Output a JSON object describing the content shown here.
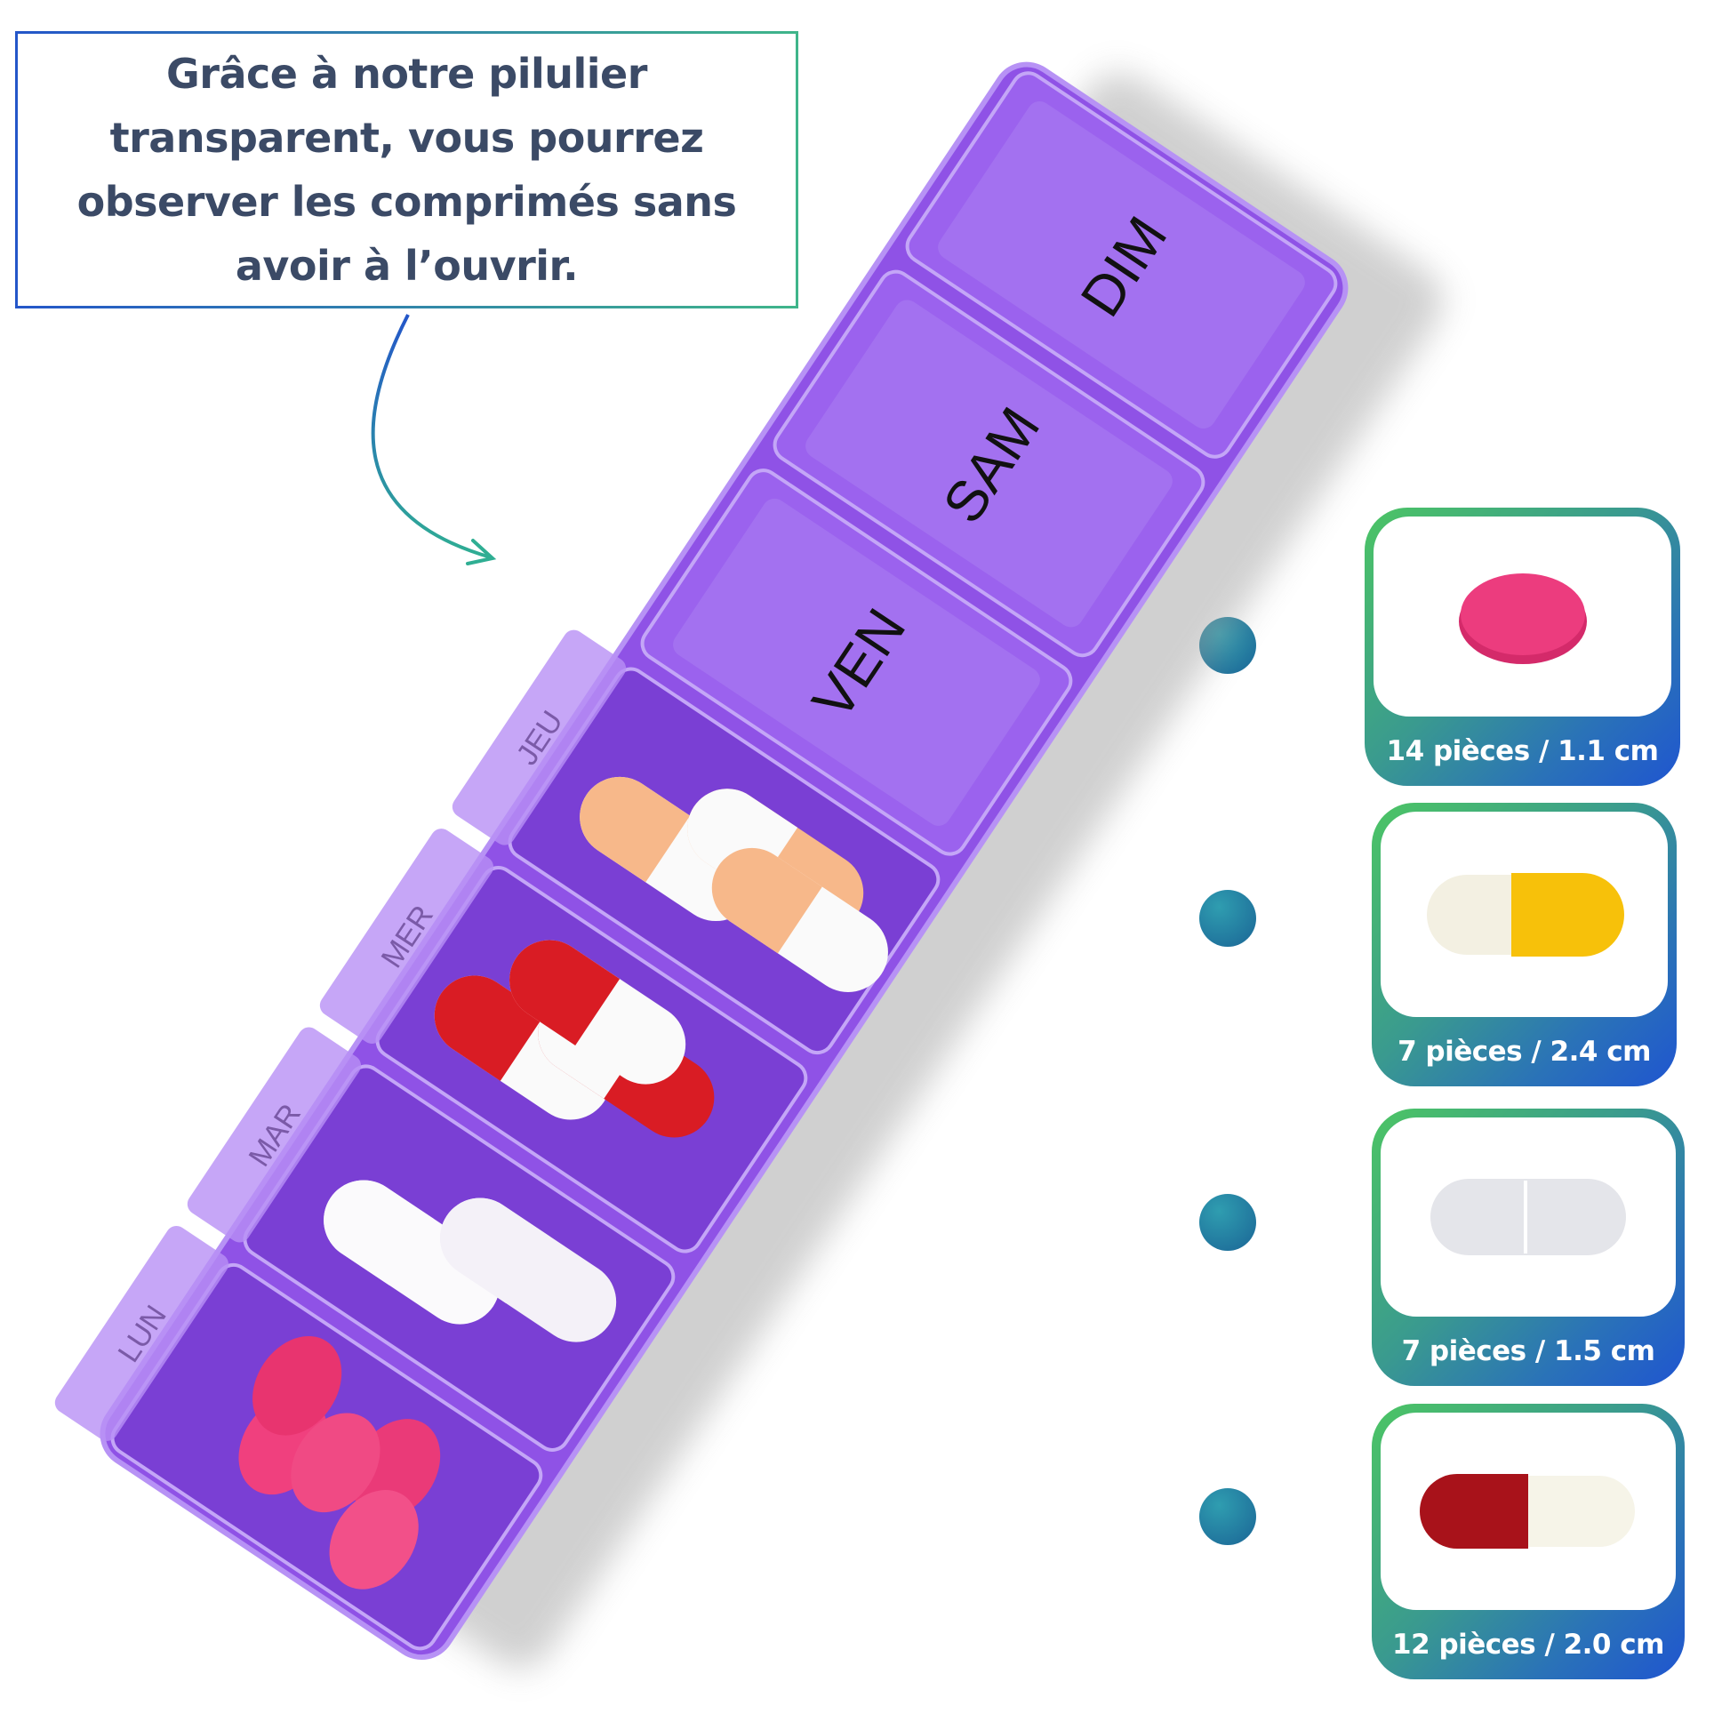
{
  "callout": {
    "text": "Grâce à notre pilulier transparent, vous pourrez observer les comprimés sans avoir à l’ouvrir."
  },
  "organizer": {
    "day_labels": [
      "LUN",
      "MAR",
      "MER",
      "JEU",
      "VEN",
      "SAM",
      "DIM"
    ],
    "color": "#8a4fe0"
  },
  "cards": [
    {
      "label": "14 pièces / 1.1 cm",
      "pill": "pink-round-tablet-icon"
    },
    {
      "label": "7 pièces / 2.4 cm",
      "pill": "white-yellow-capsule-icon"
    },
    {
      "label": "7 pièces / 1.5 cm",
      "pill": "white-oblong-tablet-icon"
    },
    {
      "label": "12 pièces / 2.0 cm",
      "pill": "red-white-capsule-icon"
    }
  ],
  "colors": {
    "text": "#3b4a66",
    "green": "#4cc564",
    "blue": "#1f55d0",
    "teal_dot": "#2a8aa0"
  }
}
